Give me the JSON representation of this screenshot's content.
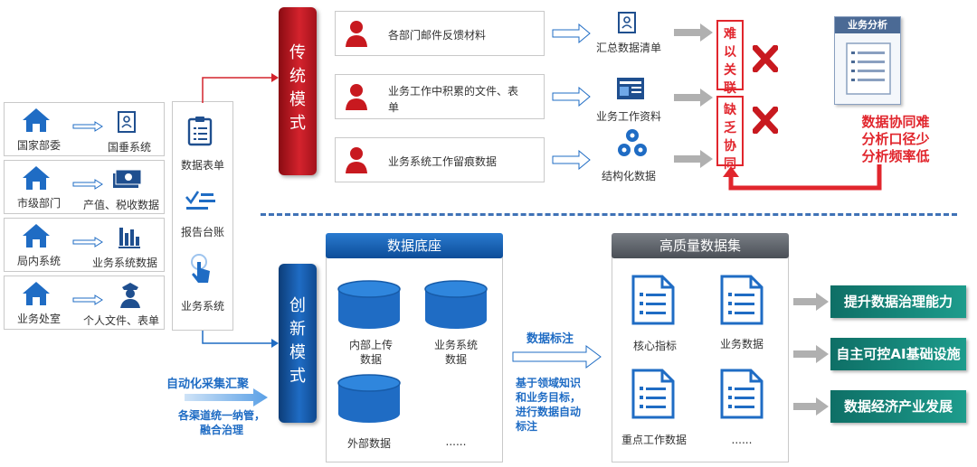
{
  "sources": [
    {
      "from": "国家部委",
      "to": "国垂系统"
    },
    {
      "from": "市级部门",
      "to": "产值、税收数据"
    },
    {
      "from": "局内系统",
      "to": "业务系统数据"
    },
    {
      "from": "业务处室",
      "to": "个人文件、表单"
    }
  ],
  "collect_types": [
    "数据表单",
    "报告台账",
    "业务系统"
  ],
  "modes": {
    "traditional": [
      "传",
      "统",
      "模",
      "式"
    ],
    "innovative": [
      "创",
      "新",
      "模",
      "式"
    ]
  },
  "traditional_rows": [
    {
      "text": "各部门邮件反馈材料",
      "result": "汇总数据清单"
    },
    {
      "text": "业务工作中积累的文件、表单",
      "result": "业务工作资料"
    },
    {
      "text": "业务系统工作留痕数据",
      "result": "结构化数据"
    }
  ],
  "problems": [
    [
      "难",
      "以",
      "关",
      "联"
    ],
    [
      "缺",
      "乏",
      "协",
      "同"
    ]
  ],
  "analysis": {
    "title": "业务分析",
    "issues": [
      "数据协同难",
      "分析口径少",
      "分析频率低"
    ]
  },
  "auto_collect": {
    "title": "自动化采集汇聚",
    "desc": [
      "各渠道统一纳管，",
      "融合治理"
    ]
  },
  "data_base": {
    "title": "数据底座",
    "items": [
      "内部上传数据",
      "业务系统数据",
      "外部数据",
      "......"
    ]
  },
  "annotation": {
    "title": "数据标注",
    "desc": [
      "基于领域知识",
      "和业务目标，",
      "进行数据自动",
      "标注"
    ]
  },
  "dataset": {
    "title": "高质量数据集",
    "items": [
      "核心指标",
      "业务数据",
      "重点工作数据",
      "......"
    ]
  },
  "outcomes": [
    "提升数据治理能力",
    "自主可控AI基础设施",
    "数据经济产业发展"
  ],
  "colors": {
    "red": "#e1262d",
    "blue": "#1f6cc4",
    "teal": "#1d9c8c"
  }
}
